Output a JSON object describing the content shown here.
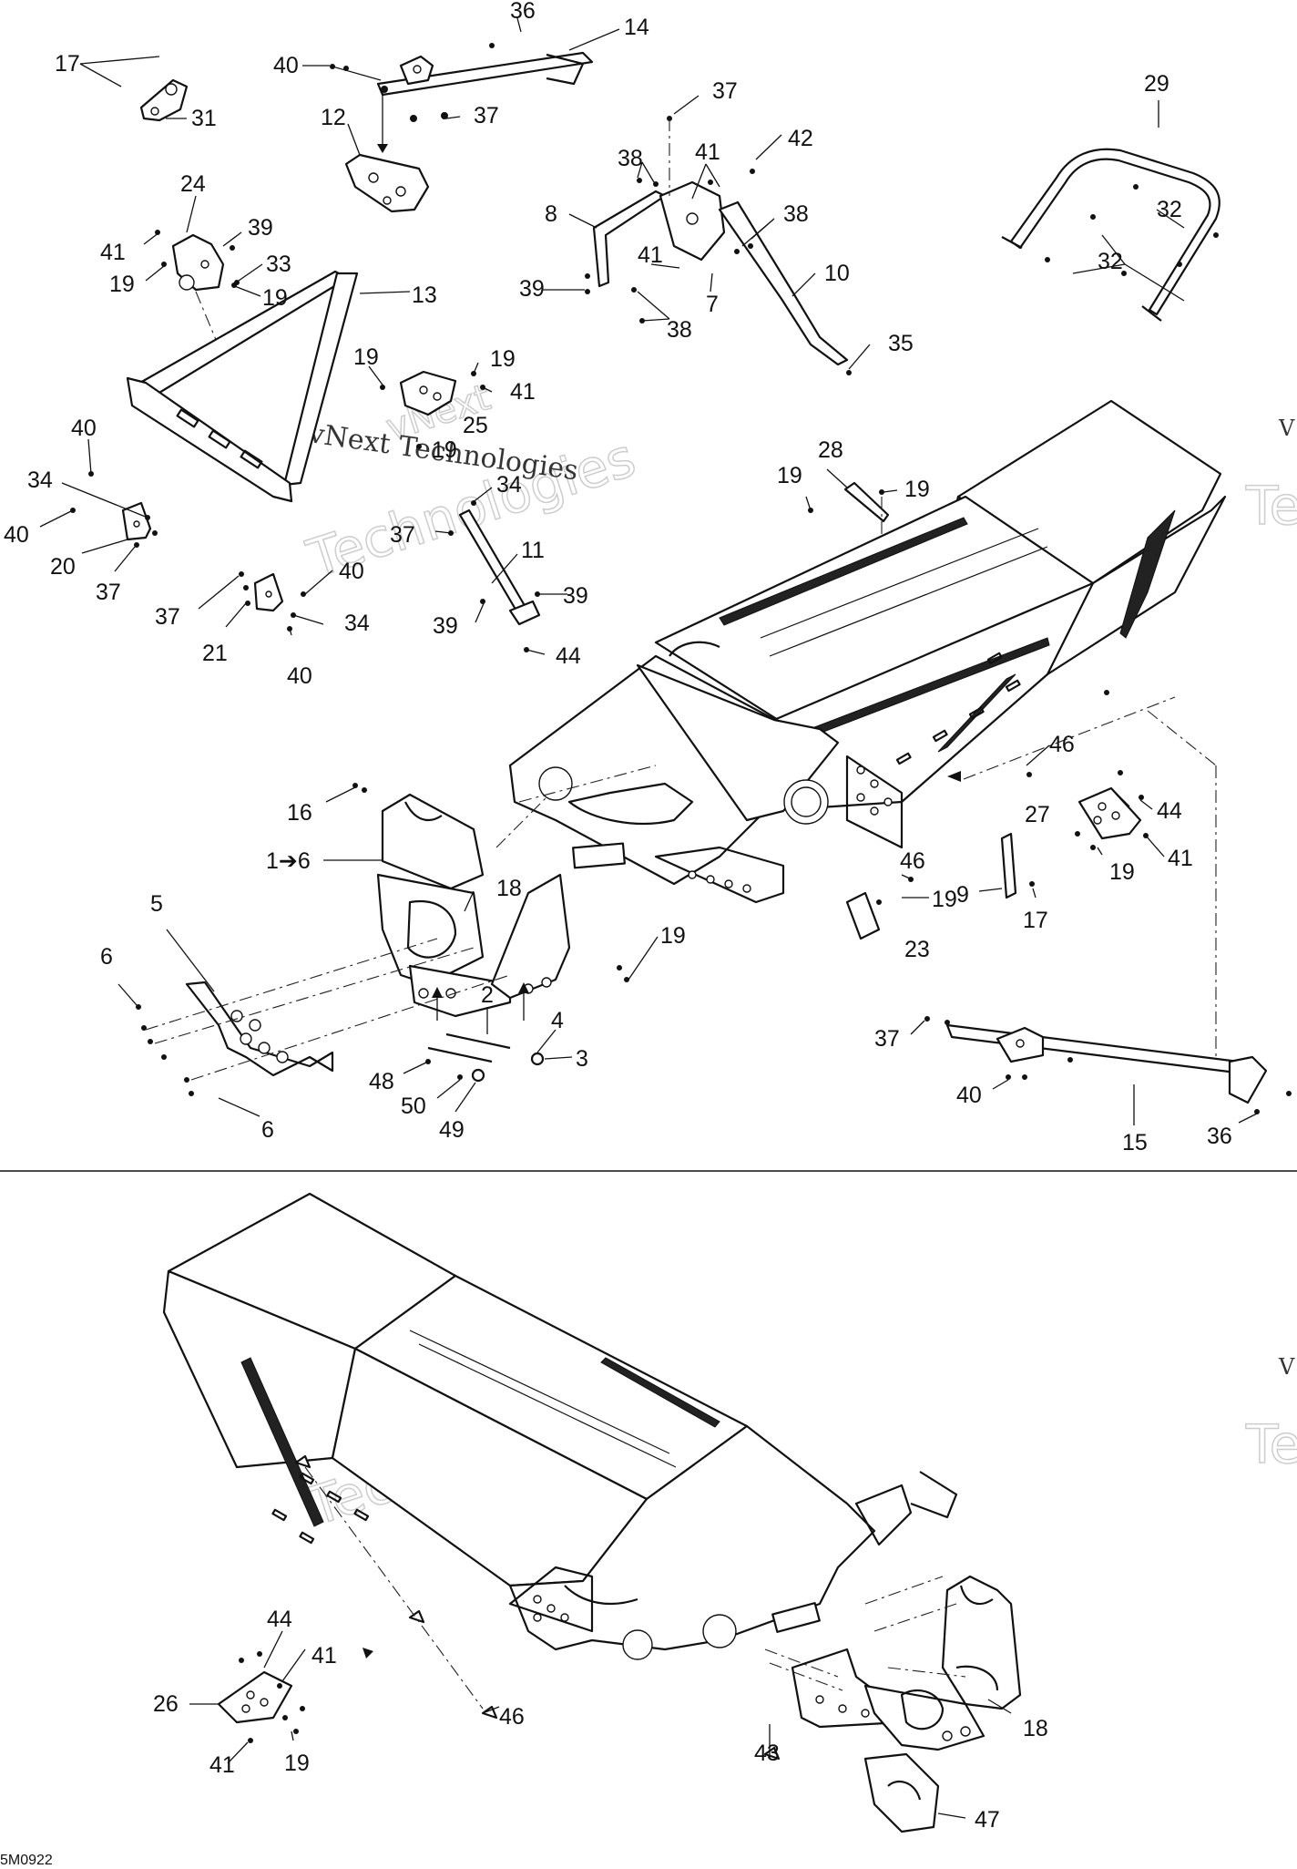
{
  "diagram": {
    "reference_code": "5M0922",
    "watermark": {
      "line1": "vNext Technologies",
      "big_word": "Technologies",
      "small": "vNext",
      "edge_v": "V",
      "edge_te": "Te"
    },
    "labels": {
      "l17a": "17",
      "l31": "31",
      "l40a": "40",
      "l36a": "36",
      "l14": "14",
      "l37a": "37",
      "l12": "12",
      "l29": "29",
      "l32a": "32",
      "l32b": "32",
      "l37b": "37",
      "l42": "42",
      "l38a": "38",
      "l41a": "41",
      "l38b": "38",
      "l8": "8",
      "l10": "10",
      "l39a": "39",
      "l41b": "41",
      "l7": "7",
      "l38c": "38",
      "l35": "35",
      "l24": "24",
      "l39b": "39",
      "l41c": "41",
      "l33": "33",
      "l19a": "19",
      "l19b": "19",
      "l13": "13",
      "l19c": "19",
      "l19d": "19",
      "l41d": "41",
      "l25": "25",
      "l19e": "19",
      "l40b": "40",
      "l34a": "34",
      "l40c": "40",
      "l20": "20",
      "l37c": "37",
      "l34b": "34",
      "l37d": "37",
      "l11": "11",
      "l39c": "39",
      "l39d": "39",
      "l44a": "44",
      "l28": "28",
      "l19f": "19",
      "l19g": "19",
      "l37e": "37",
      "l40d": "40",
      "l34c": "34",
      "l21": "21",
      "l40e": "40",
      "l16": "16",
      "l1to6": "1➔6",
      "l18a": "18",
      "l46a": "46",
      "l27": "27",
      "l44b": "44",
      "l19h": "19",
      "l41e": "41",
      "l5": "5",
      "l6a": "6",
      "l19i": "19",
      "l46b": "46",
      "l19j": "19",
      "l9": "9",
      "l17b": "17",
      "l23": "23",
      "l2": "2",
      "l4": "4",
      "l3": "3",
      "l48": "48",
      "l50": "50",
      "l49": "49",
      "l6b": "6",
      "l37f": "37",
      "l40f": "40",
      "l15": "15",
      "l36b": "36",
      "l44c": "44",
      "l41f": "41",
      "l26": "26",
      "l46c": "46",
      "l41g": "41",
      "l19k": "19",
      "l43": "43",
      "l18b": "18",
      "l47": "47"
    }
  }
}
